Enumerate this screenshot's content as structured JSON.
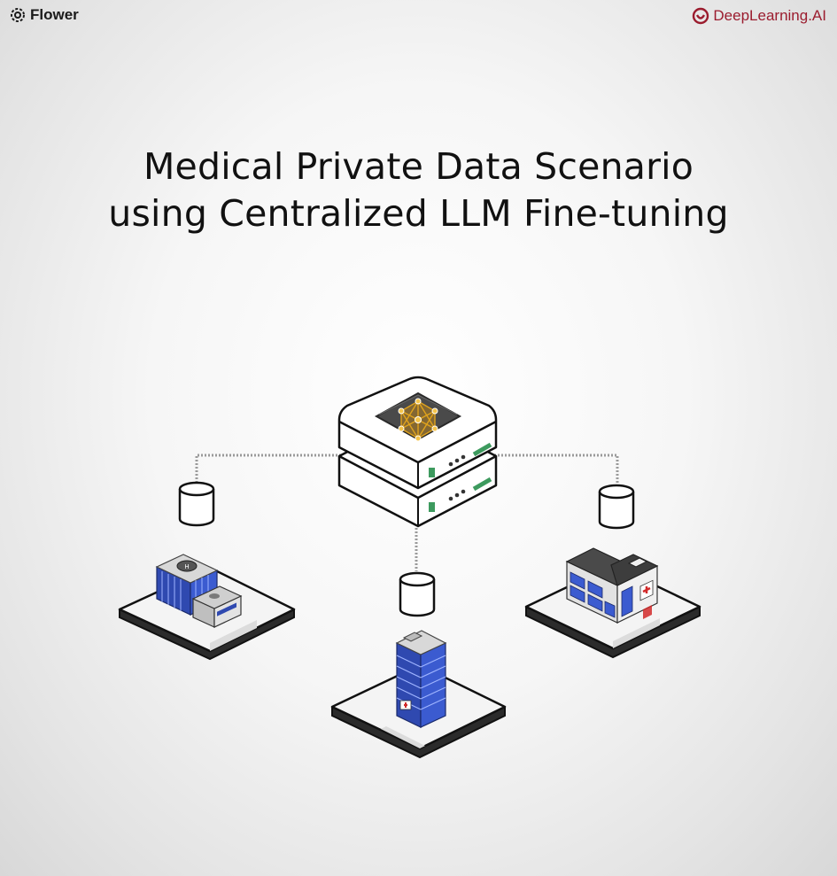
{
  "header": {
    "left_brand": "Flower",
    "left_icon": "flower-gear-icon",
    "right_brand": "DeepLearning.AI",
    "right_icon": "deeplearning-ai-logo-icon",
    "brand_color": "#9b1c2e"
  },
  "title": {
    "line1": "Medical Private Data Scenario",
    "line2": "using Centralized LLM Fine-tuning"
  },
  "diagram": {
    "center_icon": "server-with-llm-network-icon",
    "clients": [
      {
        "icon": "hospital-with-helipad-icon"
      },
      {
        "icon": "hospital-tower-icon"
      },
      {
        "icon": "clinic-building-icon"
      }
    ],
    "database_icon": "database-cylinder-icon",
    "accent_color": "#e0a31c"
  }
}
